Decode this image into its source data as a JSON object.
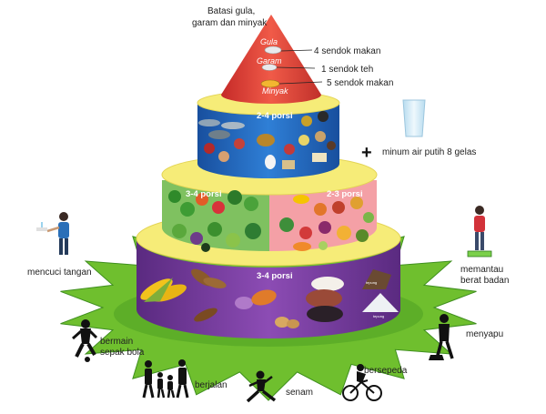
{
  "colors": {
    "star": "#6fbf2e",
    "star_dark": "#3f8f1f",
    "tier_top": "#e8453c",
    "tier_protein": "#1d66c4",
    "tier_veg": "#7fc160",
    "tier_fruit": "#f4a0a6",
    "tier_carb": "#7a3d9e",
    "tier_rim": "#f6ec78",
    "water": "#cde8f6"
  },
  "top": {
    "caption": "Batasi gula, garam dan minyak",
    "caption_line1": "Batasi gula,",
    "caption_line2": "garam dan minyak",
    "items": [
      {
        "name": "Gula",
        "amount": "4 sendok makan"
      },
      {
        "name": "Garam",
        "amount": "1 sendok teh"
      },
      {
        "name": "Minyak",
        "amount": "5 sendok makan"
      }
    ]
  },
  "tiers": {
    "protein": {
      "portion": "2-4 porsi"
    },
    "vegetables": {
      "portion": "3-4 porsi"
    },
    "fruits": {
      "portion": "2-3 porsi"
    },
    "staples": {
      "portion": "3-4 porsi",
      "tags": [
        "tepung",
        "tepung"
      ]
    }
  },
  "water": {
    "text": "minum air putih 8 gelas",
    "plus": "+"
  },
  "activities": [
    {
      "id": "wash",
      "label_lines": [
        "mencuci tangan"
      ]
    },
    {
      "id": "weigh",
      "label_lines": [
        "memantau",
        "berat badan"
      ]
    },
    {
      "id": "football",
      "label_lines": [
        "bermain",
        "sepak bola"
      ]
    },
    {
      "id": "sweep",
      "label_lines": [
        "menyapu"
      ]
    },
    {
      "id": "walk",
      "label_lines": [
        "berjalan"
      ]
    },
    {
      "id": "exercise",
      "label_lines": [
        "senam"
      ]
    },
    {
      "id": "cycle",
      "label_lines": [
        "bersepeda"
      ]
    }
  ]
}
